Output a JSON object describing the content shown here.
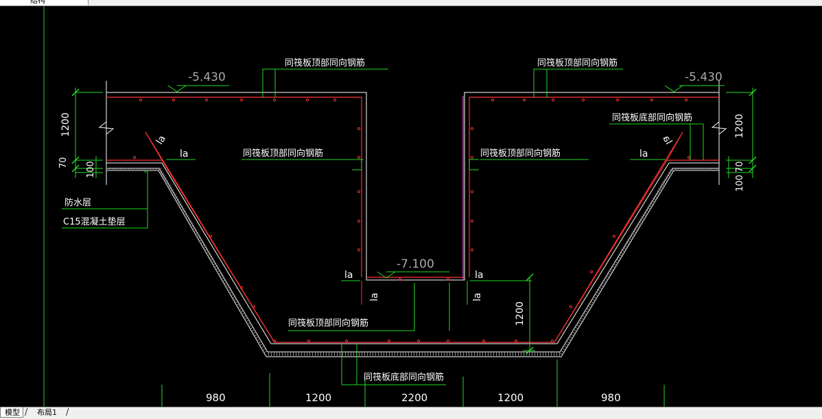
{
  "window": {
    "tab_title": "结构"
  },
  "drawing": {
    "elevation_top_left": "-5.430",
    "elevation_top_right": "-5.430",
    "elevation_bottom": "-7.100",
    "note_top_left": "同筏板顶部同向钢筋",
    "note_top_right": "同筏板顶部同向钢筋",
    "note_bottom_right_upper": "同筏板底部同向钢筋",
    "note_mid_left": "同筏板顶部同向钢筋",
    "note_mid_right": "同筏板顶部同向钢筋",
    "note_bottom_top": "同筏板顶部同向钢筋",
    "note_bottom_bottom": "同筏板底部同向钢筋",
    "layer_waterproof": "防水层",
    "layer_cushion": "C15混凝土垫层",
    "la": "la",
    "dim_left_1200": "1200",
    "dim_left_70": "70",
    "dim_left_100": "100",
    "dim_right_1200": "1200",
    "dim_right_70": "70",
    "dim_right_100": "100",
    "dim_center_1200": "1200",
    "bottom_dims": [
      "980",
      "1200",
      "2200",
      "1200",
      "980"
    ]
  },
  "colors": {
    "background": "#000000",
    "rebar": "#ff3333",
    "concrete": "#ffffff",
    "dimension": "#22dd22",
    "text": "#ffffff",
    "magenta": "#cc33cc"
  },
  "tabs": {
    "model": "模型",
    "layout1": "布局1"
  }
}
